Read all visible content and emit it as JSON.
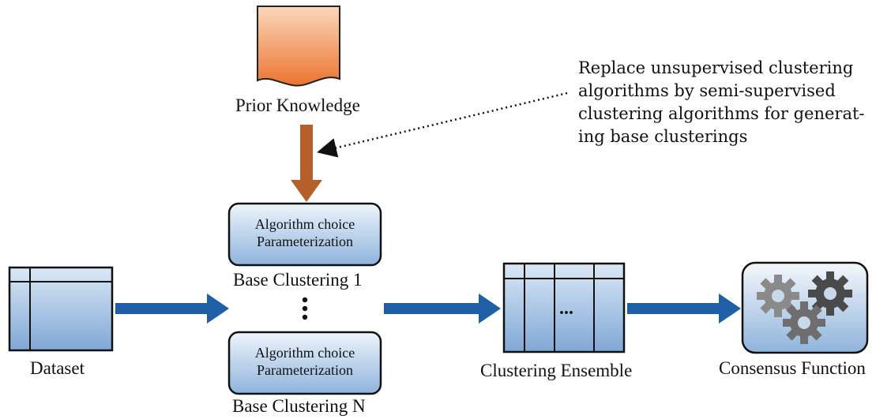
{
  "prior_knowledge": {
    "label": "Prior Knowledge"
  },
  "annotation": {
    "lines": [
      "Replace unsupervised clustering",
      "algorithms by semi-supervised",
      "clustering algorithms for generat-",
      "ing base clusterings"
    ]
  },
  "base_clustering_1": {
    "line1": "Algorithm choice",
    "line2": "Parameterization",
    "label": "Base Clustering 1"
  },
  "base_clustering_n": {
    "line1": "Algorithm choice",
    "line2": "Parameterization",
    "label": "Base Clustering N"
  },
  "dataset": {
    "label": "Dataset"
  },
  "ensemble": {
    "label": "Clustering Ensemble",
    "ellipsis": "..."
  },
  "consensus": {
    "label": "Consensus Function",
    "icon": "gears-icon"
  },
  "colors": {
    "arrow_blue": "#1f5fa6",
    "arrow_brown": "#b5602a",
    "box_fill_top": "#e8f1fb",
    "box_fill_bottom": "#8fb3dc",
    "doc_fill_top": "#f7c6a3",
    "doc_fill_bottom": "#ee7a34"
  }
}
